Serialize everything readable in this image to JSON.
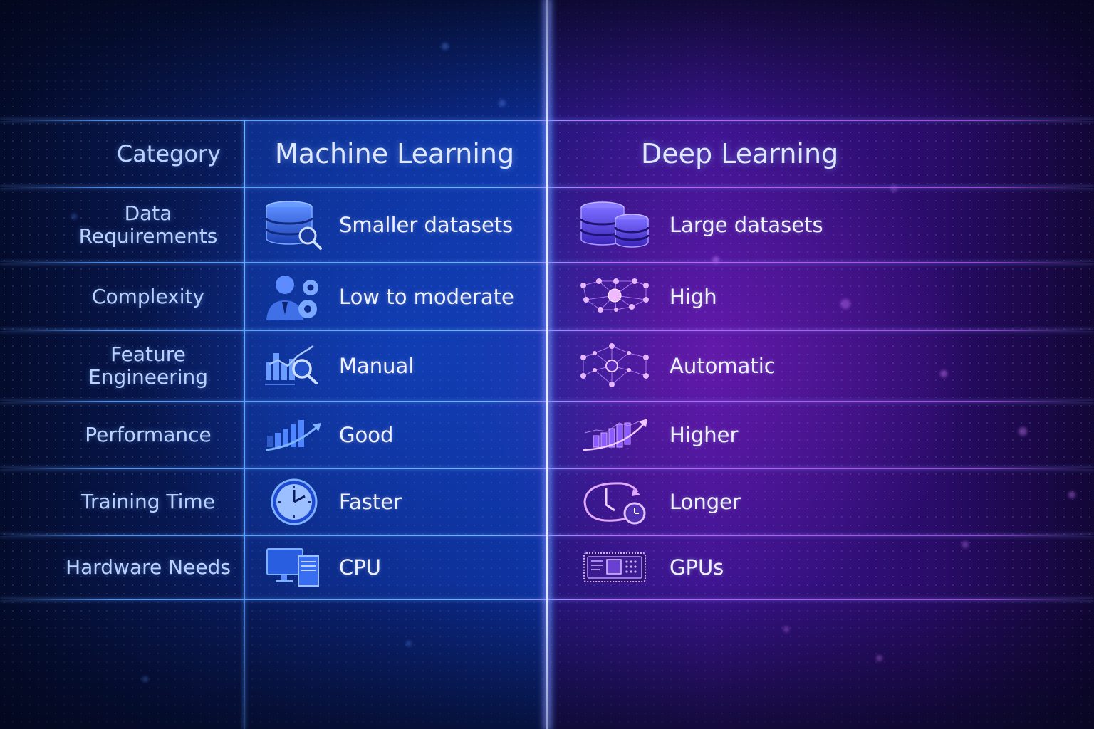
{
  "table": {
    "headers": {
      "category": "Category",
      "machine_learning": "Machine Learning",
      "deep_learning": "Deep Learning"
    },
    "rows": [
      {
        "category": "Data\nRequirements",
        "category_line1": "Data",
        "category_line2": "Requirements",
        "ml": {
          "icon": "database-search-icon",
          "value": "Smaller datasets"
        },
        "dl": {
          "icon": "databases-icon",
          "value": "Large datasets"
        }
      },
      {
        "category": "Complexity",
        "ml": {
          "icon": "person-gears-icon",
          "value": "Low to moderate"
        },
        "dl": {
          "icon": "neural-network-icon",
          "value": "High"
        }
      },
      {
        "category": "Feature\nEngineering",
        "category_line1": "Feature",
        "category_line2": "Engineering",
        "ml": {
          "icon": "chart-magnifier-icon",
          "value": "Manual"
        },
        "dl": {
          "icon": "neural-network-auto-icon",
          "value": "Automatic"
        }
      },
      {
        "category": "Performance",
        "ml": {
          "icon": "bar-chart-up-icon",
          "value": "Good"
        },
        "dl": {
          "icon": "bar-chart-arrow-icon",
          "value": "Higher"
        }
      },
      {
        "category": "Training Time",
        "ml": {
          "icon": "clock-icon",
          "value": "Faster"
        },
        "dl": {
          "icon": "clock-cycle-icon",
          "value": "Longer"
        }
      },
      {
        "category": "Hardware Needs",
        "ml": {
          "icon": "desktop-computer-icon",
          "value": "CPU"
        },
        "dl": {
          "icon": "gpu-chip-icon",
          "value": "GPUs"
        }
      }
    ]
  },
  "colors": {
    "ml_accent": "#4d8dff",
    "dl_accent": "#b05cff",
    "background_dark": "#06103a",
    "text": "#eef2ff",
    "category_text": "#b9d2ff"
  }
}
